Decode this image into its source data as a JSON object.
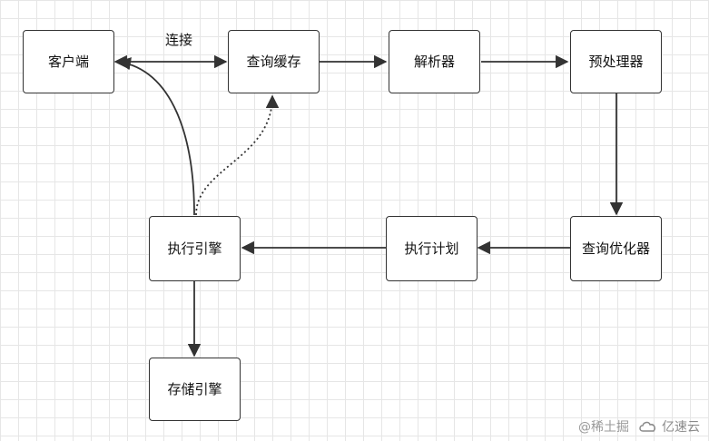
{
  "nodes": {
    "client": "客户端",
    "query_cache": "查询缓存",
    "parser": "解析器",
    "preprocessor": "预处理器",
    "query_optimizer": "查询优化器",
    "execution_plan": "执行计划",
    "execution_engine": "执行引擎",
    "storage_engine": "存储引擎"
  },
  "edges": {
    "connect_label": "连接"
  },
  "watermark": {
    "juejin": "@稀土掘",
    "yisu": "亿速云"
  }
}
